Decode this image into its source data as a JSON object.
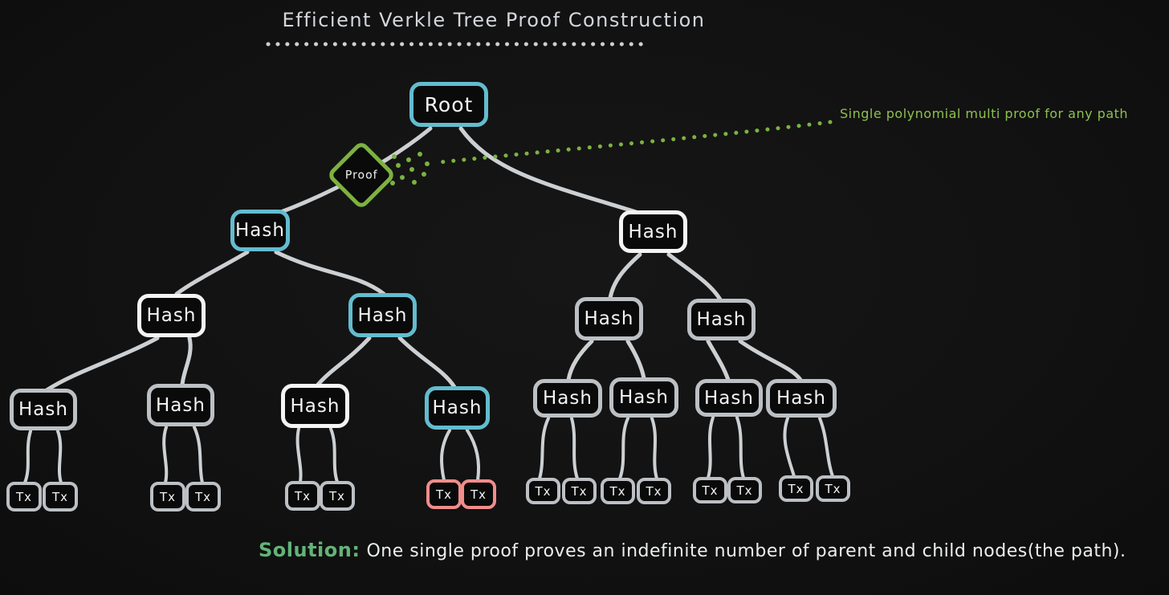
{
  "title": "Efficient Verkle Tree Proof Construction",
  "annotation": {
    "text": "Single polynomial multi proof for any path"
  },
  "solution": {
    "label": "Solution:",
    "text": "One single proof proves an indefinite number of parent and child nodes(the path)."
  },
  "labels": {
    "root": "Root",
    "hash": "Hash",
    "tx": "Tx",
    "proof": "Proof"
  },
  "colors": {
    "teal": "#63bcCF",
    "white": "#f4f4f4",
    "gray": "#bcc0c4",
    "red": "#f08d8b",
    "green": "#7cb240",
    "annotation_green": "#8dc04f",
    "solution_green": "#63b377",
    "edge": "#cdd0d3",
    "node_fill": "#0a0a0a",
    "background": "#121212"
  },
  "tree": {
    "label": "Root",
    "highlight": "teal",
    "proof_attached": true,
    "children": [
      {
        "label": "Hash",
        "highlight": "teal",
        "children": [
          {
            "label": "Hash",
            "highlight": "white",
            "children": [
              {
                "label": "Hash",
                "highlight": "gray",
                "children": [
                  {
                    "label": "Tx"
                  },
                  {
                    "label": "Tx"
                  }
                ]
              },
              {
                "label": "Hash",
                "highlight": "gray",
                "children": [
                  {
                    "label": "Tx"
                  },
                  {
                    "label": "Tx"
                  }
                ]
              }
            ]
          },
          {
            "label": "Hash",
            "highlight": "teal",
            "children": [
              {
                "label": "Hash",
                "highlight": "white",
                "children": [
                  {
                    "label": "Tx"
                  },
                  {
                    "label": "Tx"
                  }
                ]
              },
              {
                "label": "Hash",
                "highlight": "teal",
                "children": [
                  {
                    "label": "Tx",
                    "highlight": "red"
                  },
                  {
                    "label": "Tx",
                    "highlight": "red"
                  }
                ]
              }
            ]
          }
        ]
      },
      {
        "label": "Hash",
        "highlight": "white",
        "children": [
          {
            "label": "Hash",
            "highlight": "gray",
            "children": [
              {
                "label": "Hash",
                "highlight": "gray",
                "children": [
                  {
                    "label": "Tx"
                  },
                  {
                    "label": "Tx"
                  }
                ]
              },
              {
                "label": "Hash",
                "highlight": "gray",
                "children": [
                  {
                    "label": "Tx"
                  },
                  {
                    "label": "Tx"
                  }
                ]
              }
            ]
          },
          {
            "label": "Hash",
            "highlight": "gray",
            "children": [
              {
                "label": "Hash",
                "highlight": "gray",
                "children": [
                  {
                    "label": "Tx"
                  },
                  {
                    "label": "Tx"
                  }
                ]
              },
              {
                "label": "Hash",
                "highlight": "gray",
                "children": [
                  {
                    "label": "Tx"
                  },
                  {
                    "label": "Tx"
                  }
                ]
              }
            ]
          }
        ]
      }
    ]
  }
}
